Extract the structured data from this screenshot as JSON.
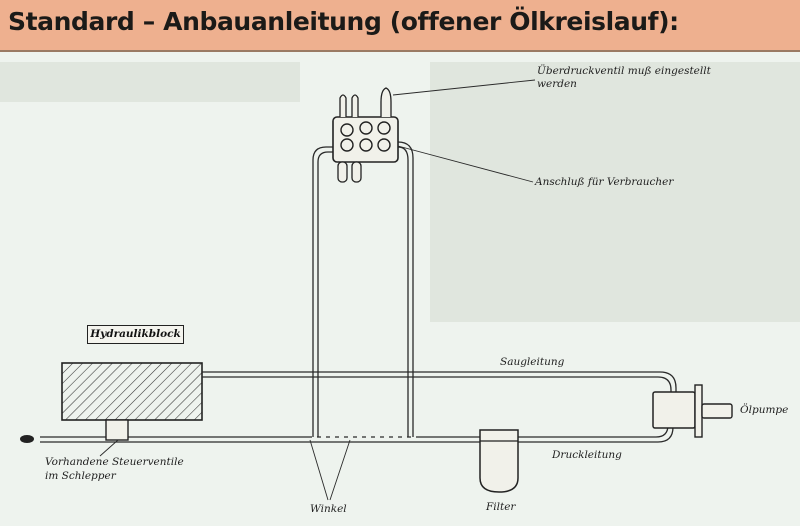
{
  "header": {
    "title": "Standard – Anbauanleitung (offener Ölkreislauf):",
    "background_color": "#eeb08f"
  },
  "diagram": {
    "labels": {
      "overpressure_valve": "Überdruckventil muß eingestellt werden",
      "consumer_port": "Anschluß für Verbraucher",
      "suction_line": "Saugleitung",
      "hydraulic_block": "Hydraulikblock",
      "oil_pump": "Ölpumpe",
      "pressure_line": "Druckleitung",
      "existing_valves_line1": "Vorhandene Steuerventile",
      "existing_valves_line2": "im Schlepper",
      "elbow": "Winkel",
      "filter": "Filter"
    }
  }
}
